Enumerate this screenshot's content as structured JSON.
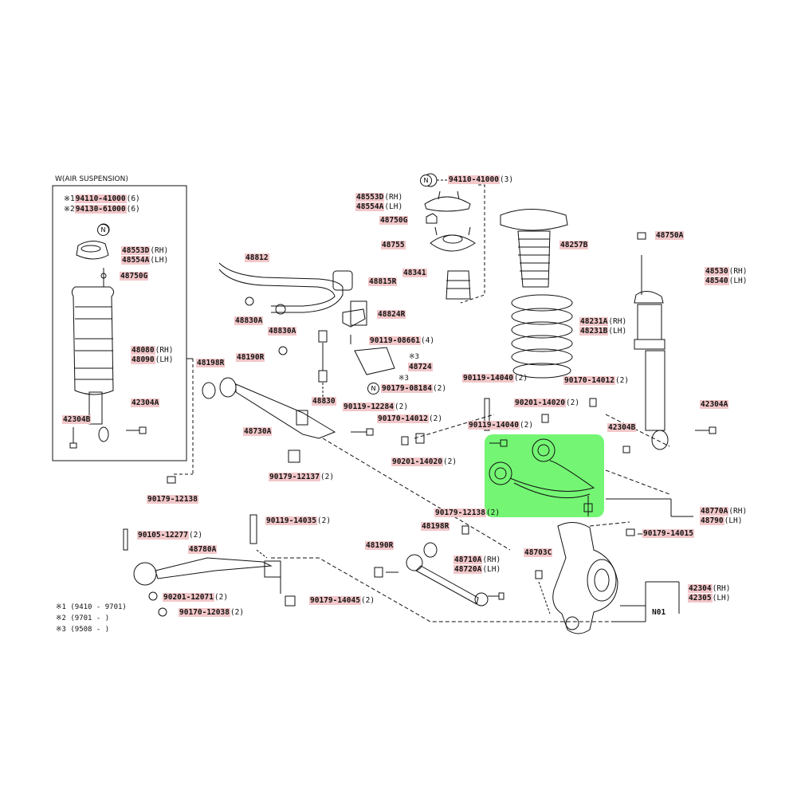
{
  "air_suspension_box": {
    "title": "W(AIR SUSPENSION)",
    "labels": [
      {
        "prefix": "※1",
        "num": "94110-41000",
        "sfx": "(6)"
      },
      {
        "prefix": "※2",
        "num": "94130-61000",
        "sfx": "(6)"
      },
      {
        "prefix": "",
        "num": "48553D",
        "sfx": "(RH)"
      },
      {
        "prefix": "",
        "num": "48554A",
        "sfx": "(LH)"
      },
      {
        "prefix": "",
        "num": "48750G",
        "sfx": ""
      },
      {
        "prefix": "",
        "num": "48080",
        "sfx": "(RH)"
      },
      {
        "prefix": "",
        "num": "48090",
        "sfx": "(LH)"
      },
      {
        "prefix": "",
        "num": "42304A",
        "sfx": ""
      },
      {
        "prefix": "",
        "num": "42304B",
        "sfx": ""
      }
    ]
  },
  "labels": [
    {
      "num": "94110-41000",
      "sfx": "(3)"
    },
    {
      "num": "48553D",
      "sfx": "(RH)"
    },
    {
      "num": "48554A",
      "sfx": "(LH)"
    },
    {
      "num": "48750G",
      "sfx": ""
    },
    {
      "num": "48755",
      "sfx": ""
    },
    {
      "num": "48341",
      "sfx": ""
    },
    {
      "num": "48257B",
      "sfx": ""
    },
    {
      "num": "48750A",
      "sfx": ""
    },
    {
      "num": "48530",
      "sfx": "(RH)"
    },
    {
      "num": "48540",
      "sfx": "(LH)"
    },
    {
      "num": "48812",
      "sfx": ""
    },
    {
      "num": "48815R",
      "sfx": ""
    },
    {
      "num": "48824R",
      "sfx": ""
    },
    {
      "num": "48830A",
      "sfx": ""
    },
    {
      "num": "48830A",
      "sfx": ""
    },
    {
      "num": "90119-08661",
      "sfx": "(4)"
    },
    {
      "num": "48231A",
      "sfx": "(RH)"
    },
    {
      "num": "48231B",
      "sfx": "(LH)"
    },
    {
      "num": "48724",
      "sfx": ""
    },
    {
      "num": "90179-08184",
      "sfx": "(2)"
    },
    {
      "num": "48198R",
      "sfx": ""
    },
    {
      "num": "48190R",
      "sfx": ""
    },
    {
      "num": "48830",
      "sfx": ""
    },
    {
      "num": "90119-14040",
      "sfx": "(2)"
    },
    {
      "num": "90170-14012",
      "sfx": "(2)"
    },
    {
      "num": "90119-12284",
      "sfx": "(2)"
    },
    {
      "num": "90170-14012",
      "sfx": "(2)"
    },
    {
      "num": "90201-14020",
      "sfx": "(2)"
    },
    {
      "num": "42304A",
      "sfx": ""
    },
    {
      "num": "90119-14040",
      "sfx": "(2)"
    },
    {
      "num": "48730A",
      "sfx": ""
    },
    {
      "num": "42304B",
      "sfx": ""
    },
    {
      "num": "90201-14020",
      "sfx": "(2)"
    },
    {
      "num": "90179-12137",
      "sfx": "(2)"
    },
    {
      "num": "90179-12138",
      "sfx": ""
    },
    {
      "num": "90179-12138",
      "sfx": "(2)"
    },
    {
      "num": "48770A",
      "sfx": "(RH)"
    },
    {
      "num": "48790",
      "sfx": "(LH)"
    },
    {
      "num": "90119-14035",
      "sfx": "(2)"
    },
    {
      "num": "48198R",
      "sfx": ""
    },
    {
      "num": "90179-14015",
      "sfx": ""
    },
    {
      "num": "90105-12277",
      "sfx": "(2)"
    },
    {
      "num": "48780A",
      "sfx": ""
    },
    {
      "num": "48190R",
      "sfx": ""
    },
    {
      "num": "48710A",
      "sfx": "(RH)"
    },
    {
      "num": "48720A",
      "sfx": "(LH)"
    },
    {
      "num": "48703C",
      "sfx": ""
    },
    {
      "num": "90201-12071",
      "sfx": "(2)"
    },
    {
      "num": "90179-14045",
      "sfx": "(2)"
    },
    {
      "num": "42304",
      "sfx": "(RH)"
    },
    {
      "num": "42305",
      "sfx": "(LH)"
    },
    {
      "num": "90170-12038",
      "sfx": "(2)"
    },
    {
      "num": "N01",
      "sfx": ""
    }
  ],
  "ref_marks": {
    "mark3_a": "※3",
    "mark3_b": "※3",
    "circle_n": "N"
  },
  "notes": [
    "※1 (9410 - 9701)",
    "※2 (9701 -       )",
    "※3 (9508 -       )"
  ],
  "colors": {
    "highlight_part": "#5cf55c",
    "label_highlight": "#f2c7c9",
    "line": "#111111"
  }
}
